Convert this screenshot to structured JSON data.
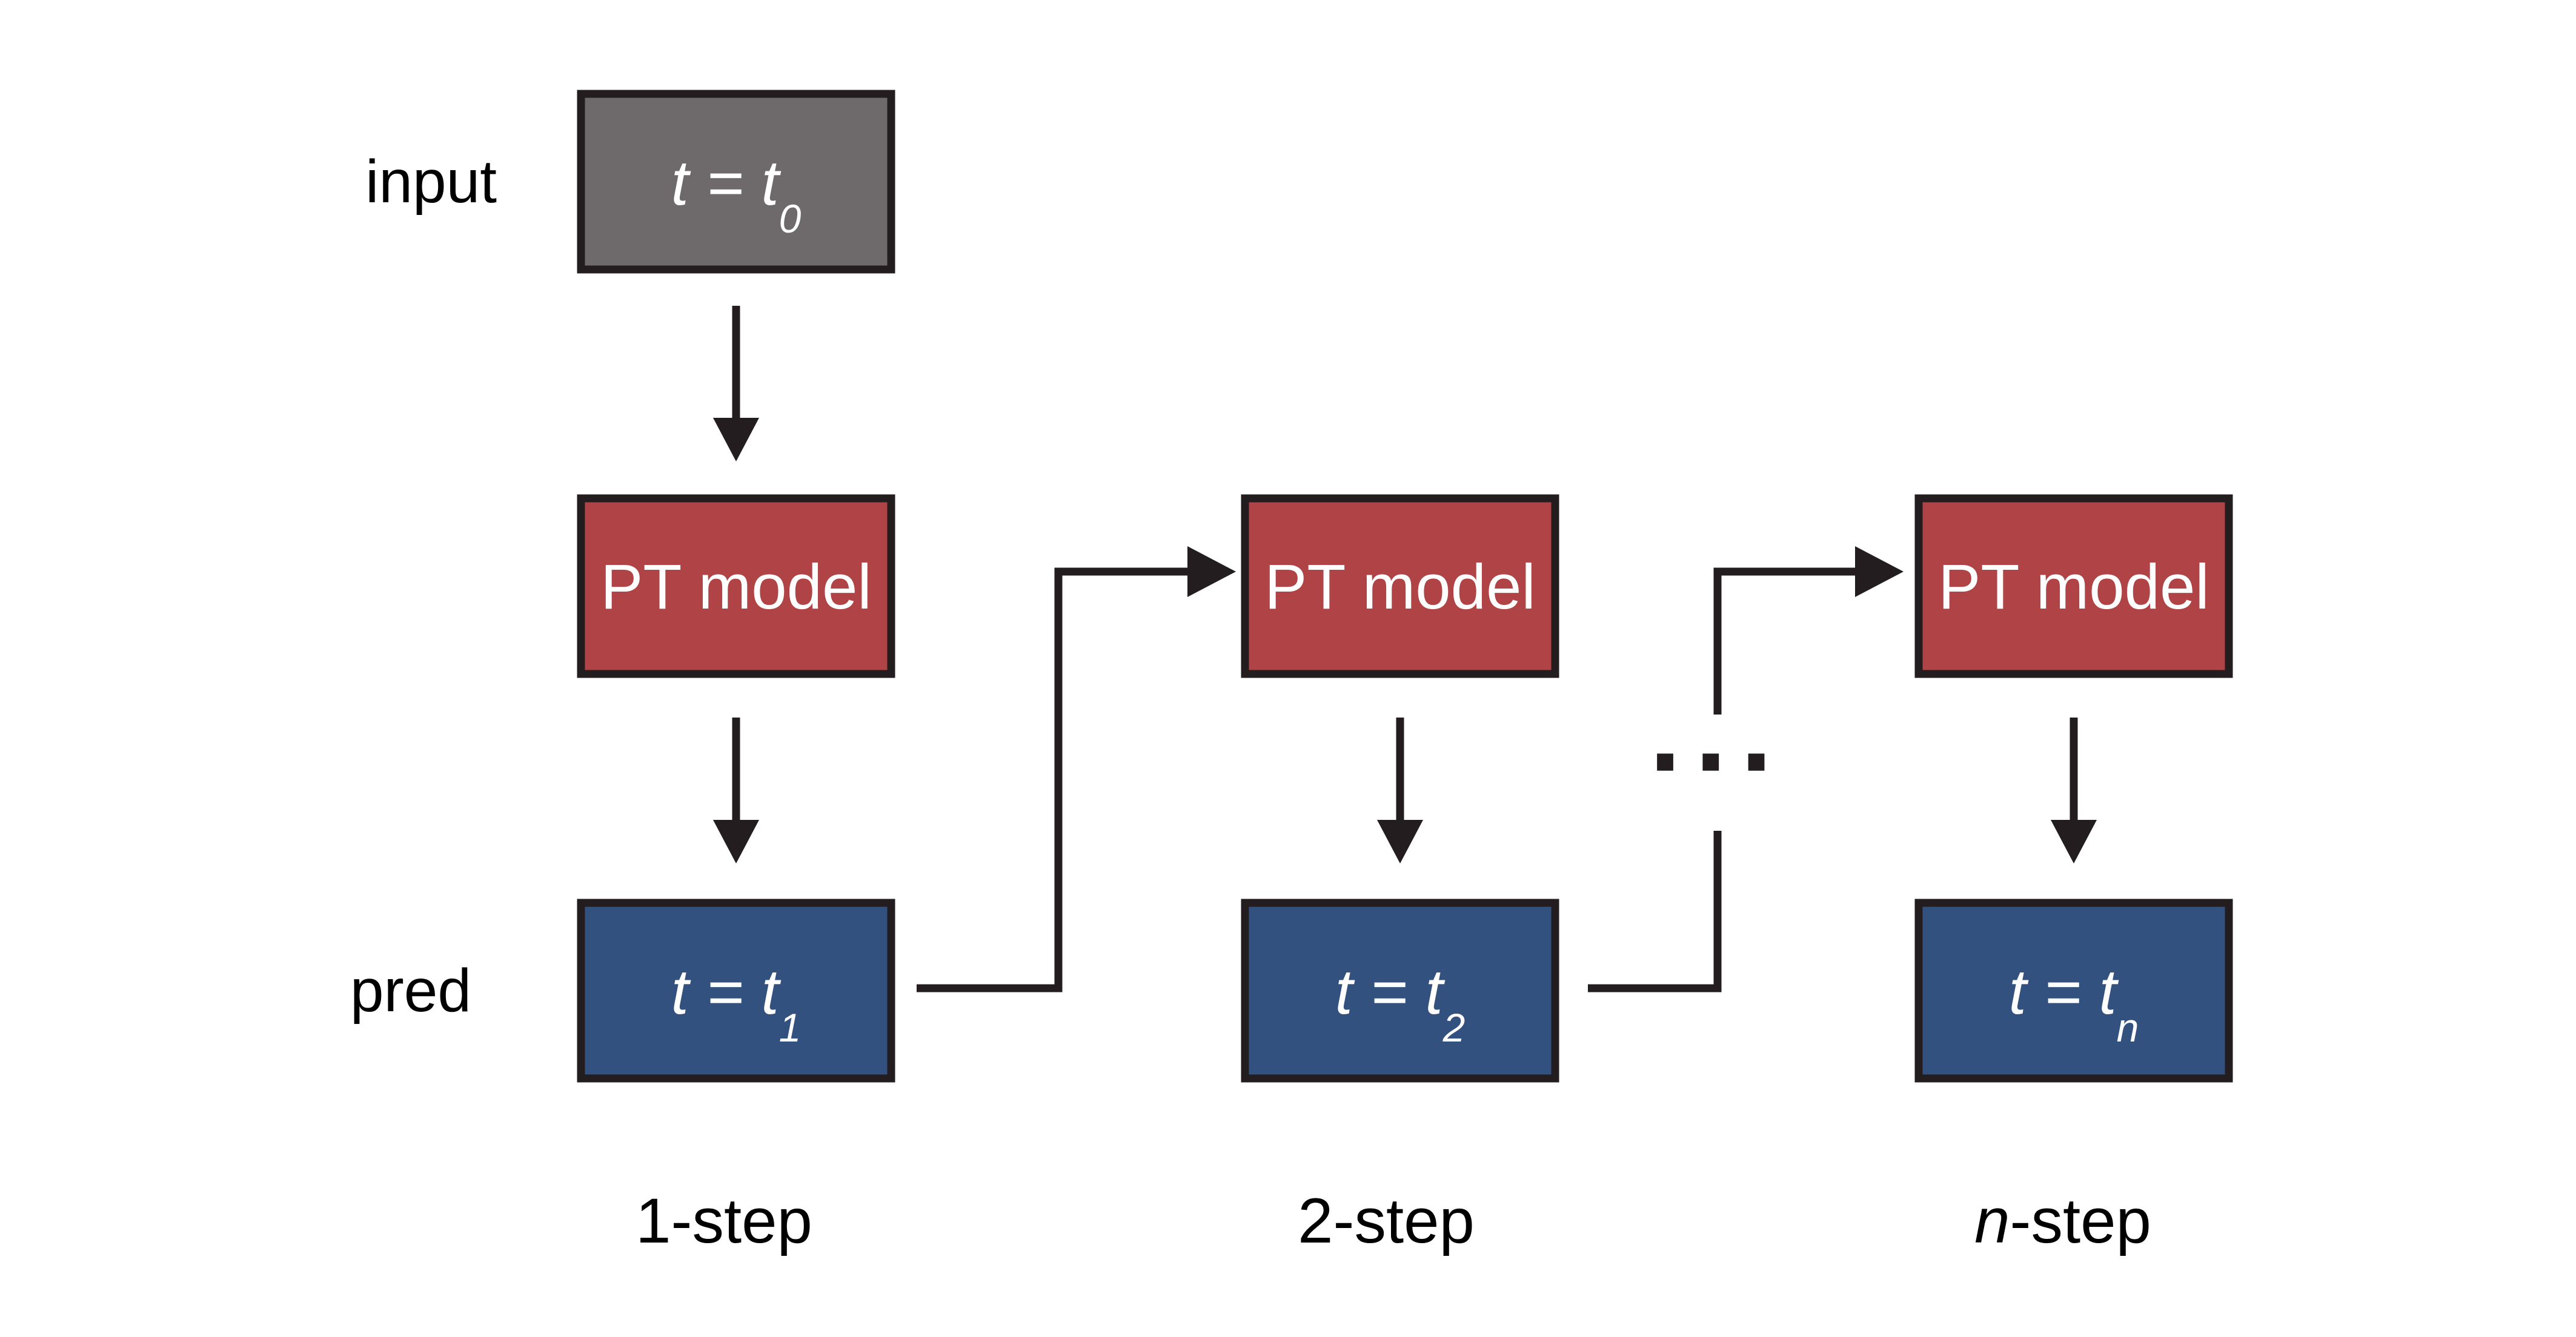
{
  "diagram": {
    "row_labels": {
      "input": "input",
      "pred": "pred"
    },
    "input_box": {
      "main": "t = t",
      "sub": "0"
    },
    "columns": [
      {
        "model_label": "PT model",
        "pred_main": "t = t",
        "pred_sub": "1",
        "step_prefix": "1",
        "step_suffix": "-step"
      },
      {
        "model_label": "PT model",
        "pred_main": "t = t",
        "pred_sub": "2",
        "step_prefix": "2",
        "step_suffix": "-step"
      },
      {
        "model_label": "PT model",
        "pred_main": "t = t",
        "pred_sub": "n",
        "step_prefix": "n",
        "step_suffix": "-step"
      }
    ],
    "ellipsis": "···",
    "colors": {
      "input-fill": "#6e6a6b",
      "model-fill": "#b04345",
      "pred-fill": "#33517e",
      "line": "#231d1f",
      "box-text": "#ffffff",
      "label-text": "#000000",
      "background": "#ffffff"
    }
  }
}
